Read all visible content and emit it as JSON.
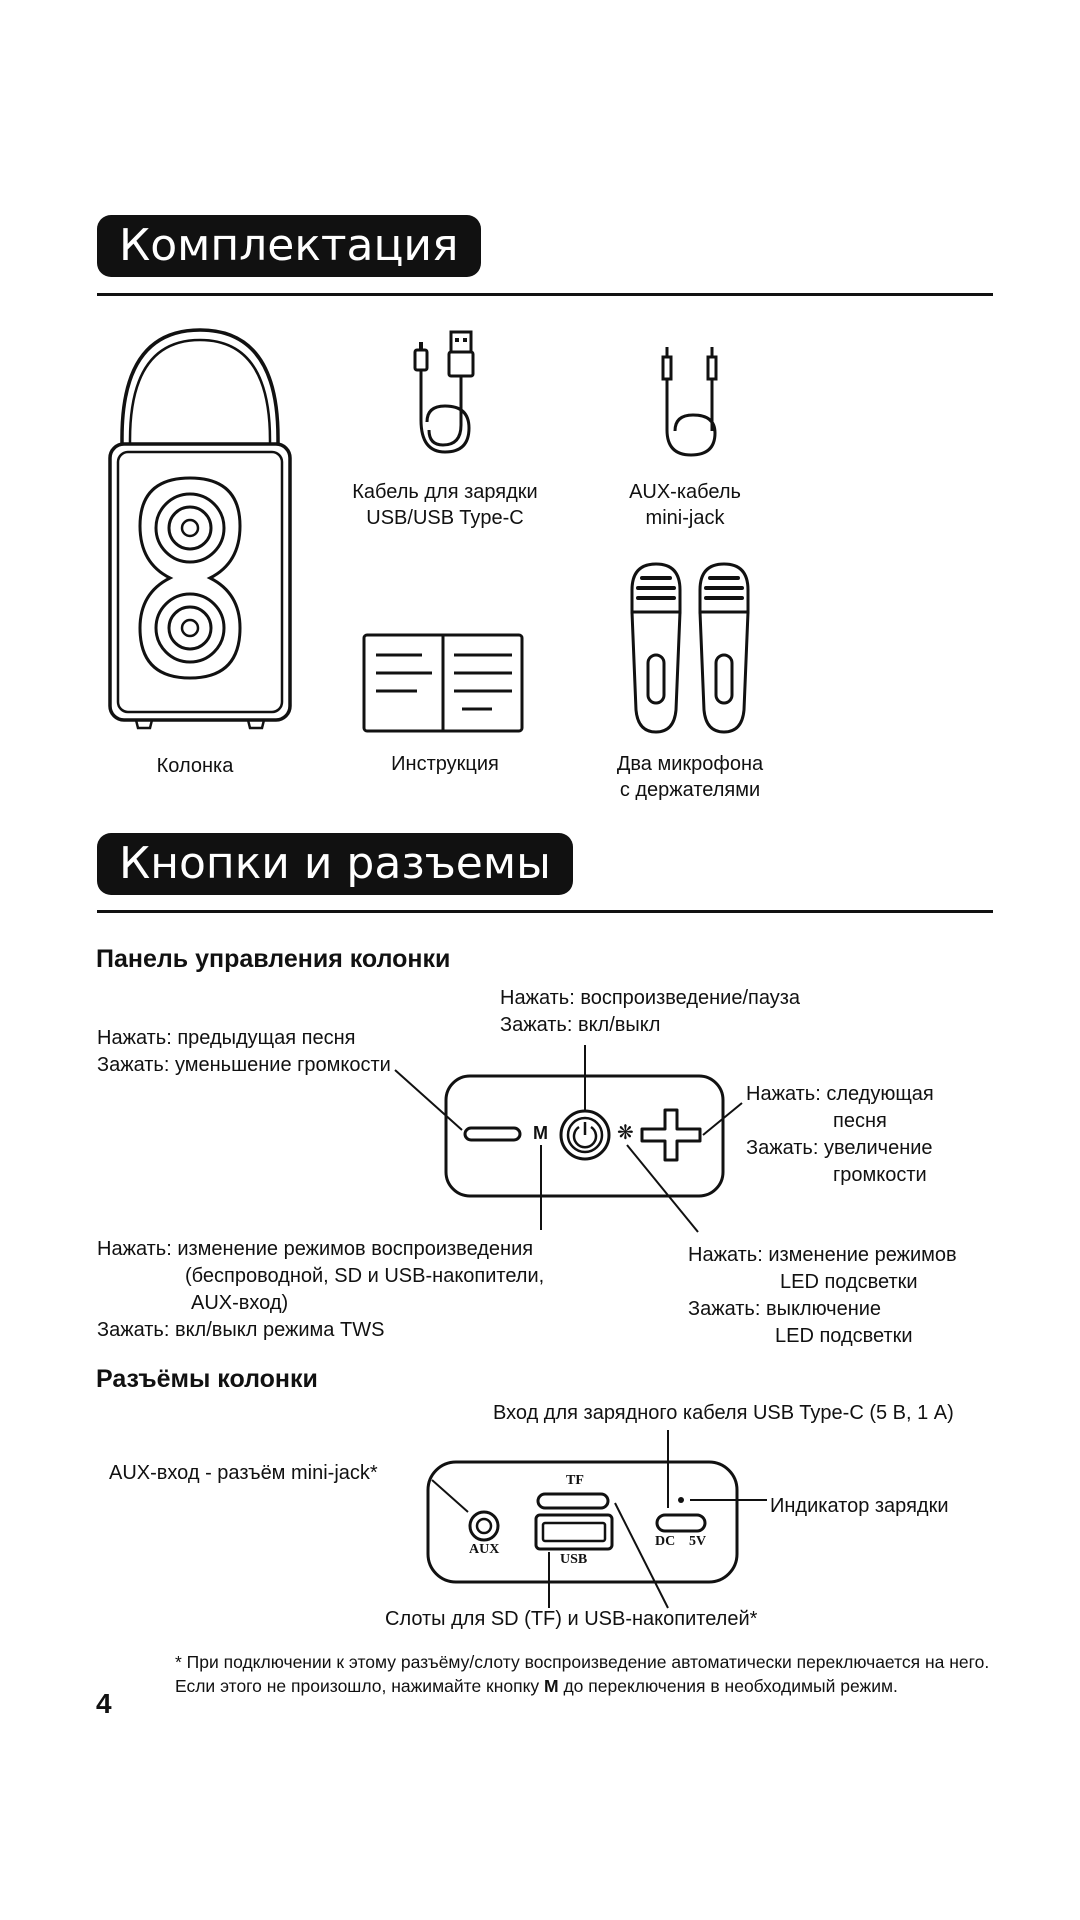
{
  "sections": {
    "package": {
      "title": "Комплектация"
    },
    "buttons": {
      "title": "Кнопки и разъемы"
    }
  },
  "package_items": {
    "speaker": "Колонка",
    "usb_cable_line1": "Кабель для зарядки",
    "usb_cable_line2": "USB/USB Type-C",
    "aux_cable_line1": "AUX-кабель",
    "aux_cable_line2": "mini-jack",
    "manual": "Инструкция",
    "mics_line1": "Два микрофона",
    "mics_line2": "с держателями"
  },
  "control_panel": {
    "heading": "Панель управления колонки",
    "play_line1": "Нажать: воспроизведение/пауза",
    "play_line2": "Зажать: вкл/выкл",
    "prev_line1": "Нажать: предыдущая песня",
    "prev_line2": "Зажать: уменьшение громкости",
    "next_line1": "Нажать: следующая",
    "next_line2": "песня",
    "next_line3": "Зажать: увеличение",
    "next_line4": "громкости",
    "mode_line1": "Нажать: изменение режимов воспроизведения",
    "mode_line2": "(беспроводной, SD и USB-накопители,",
    "mode_line3": "AUX-вход)",
    "mode_line4": "Зажать: вкл/выкл режима TWS",
    "led_line1": "Нажать: изменение режимов",
    "led_line2": "LED подсветки",
    "led_line3": "Зажать: выключение",
    "led_line4": "LED подсветки",
    "m_key": "M",
    "led_key": "❋"
  },
  "ports": {
    "heading": "Разъёмы колонки",
    "usbc_label": "Вход для зарядного кабеля USB Type-C (5 В, 1 А)",
    "aux_label": "AUX-вход - разъём mini-jack*",
    "charge_indicator_label": "Индикатор зарядки",
    "slots_label": "Слоты для SD (TF) и USB-накопителей*",
    "aux_port": "AUX",
    "tf_port": "TF",
    "usb_port": "USB",
    "dc_port": "DC",
    "v5_port": "5V"
  },
  "footnote": {
    "text_before_bold": "* При подключении к этому разъёму/слоту воспроизведение автоматически переключается на него. Если этого не произошло, нажимайте кнопку ",
    "bold": "M",
    "text_after_bold": " до переключения в необходимый режим."
  },
  "page_number": "4"
}
